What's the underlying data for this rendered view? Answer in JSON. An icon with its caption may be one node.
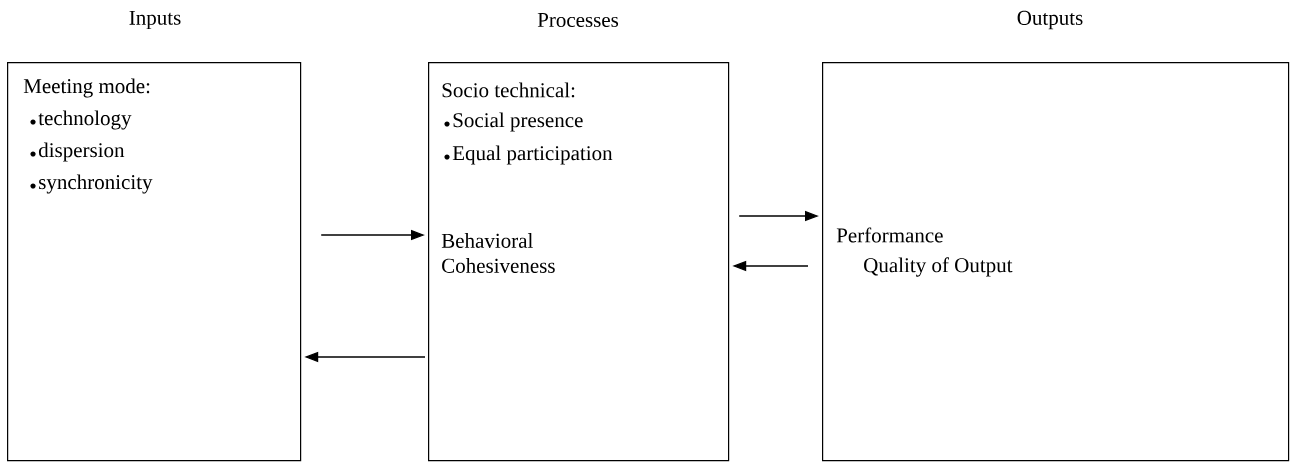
{
  "diagram": {
    "nodes": [
      {
        "text": [
          "Inputs",
          "Meeting mode:",
          "technology",
          "dispersion",
          "synchronicity"
        ]
      },
      {
        "text": [
          "Processes",
          "Socio technical:",
          "Social presence",
          "Equal participation",
          "Behavioral Cohesiveness"
        ]
      },
      {
        "text": [
          "Outputs",
          "Performance",
          "Quality of Output"
        ]
      }
    ],
    "edges": [
      {
        "from": 0,
        "to": 1,
        "arrow": "to"
      },
      {
        "from": 1,
        "to": 0,
        "arrow": "to"
      },
      {
        "from": 1,
        "to": 2,
        "arrow": "to"
      },
      {
        "from": 2,
        "to": 1,
        "arrow": "to"
      }
    ]
  }
}
